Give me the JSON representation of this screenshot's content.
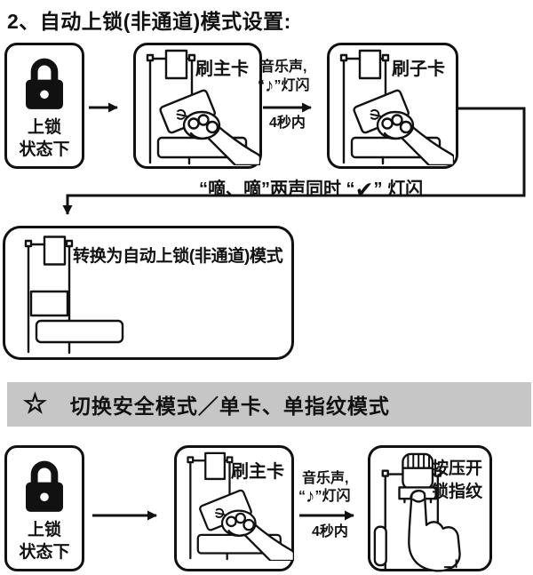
{
  "colors": {
    "background": "#ffffff",
    "line": "#111111",
    "banner_bg": "#c6c6c6"
  },
  "section1": {
    "title": "2、自动上锁(非通道)模式设置:",
    "lock_state": {
      "line1": "上锁",
      "line2": "状态下"
    },
    "swipe_master_label": "刷主卡",
    "transition": {
      "sound": "音乐声,",
      "quote_open": "“",
      "note_icon": "♪",
      "note_close": "”灯闪",
      "duration": "4秒内"
    },
    "swipe_sub_label": "刷子卡",
    "feedback": {
      "pre": "“嘀、嘀”两声同时 “",
      "check_icon": "✔",
      "post": "” 灯闪"
    },
    "result_label": "转换为自动上锁(非通道)模式"
  },
  "section2": {
    "star_icon": "☆",
    "heading": "切换安全模式／单卡、单指纹模式",
    "lock_state": {
      "line1": "上锁",
      "line2": "状态下"
    },
    "swipe_master_label": "刷主卡",
    "transition": {
      "sound": "音乐声,",
      "quote_open": "“",
      "note_icon": "♪",
      "note_close": "”灯闪",
      "duration": "4秒内"
    },
    "fingerprint_label": {
      "line1": "按压开",
      "line2": "锁指纹"
    }
  }
}
